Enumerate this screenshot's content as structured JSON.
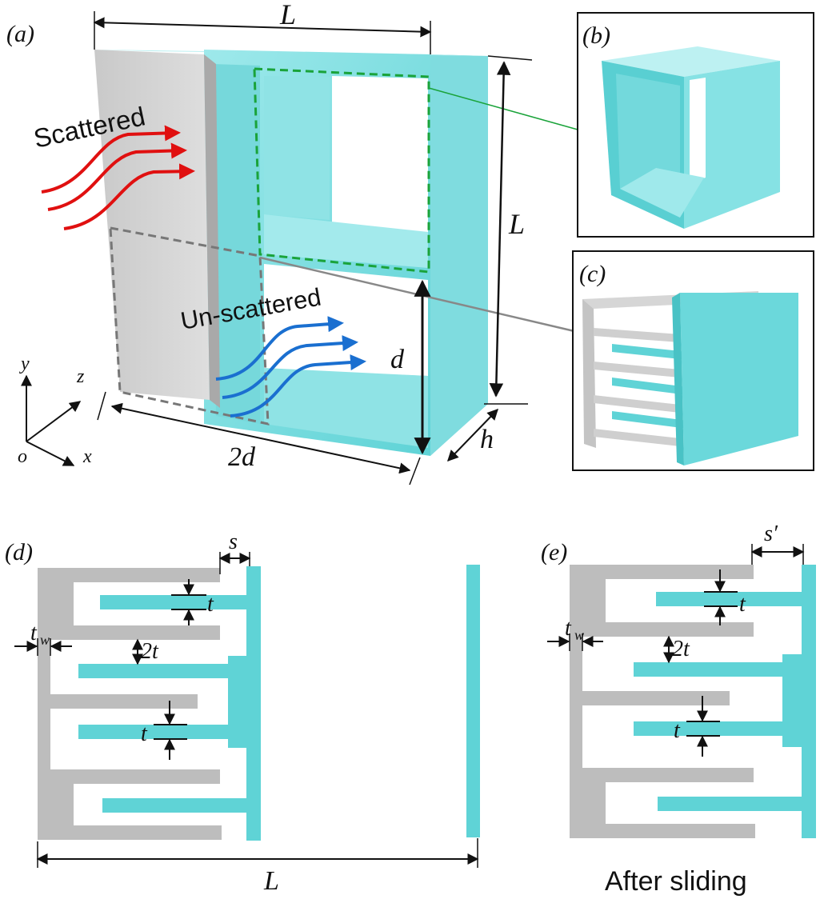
{
  "panels": {
    "a": "(a)",
    "b": "(b)",
    "c": "(c)",
    "d": "(d)",
    "e": "(e)"
  },
  "labels": {
    "L_top": "L",
    "L_right": "L",
    "d_height": "d",
    "two_d": "2d",
    "h_depth": "h",
    "scattered": "Scattered",
    "unscattered": "Un-scattered",
    "axis_y": "y",
    "axis_z": "z",
    "axis_x": "x",
    "axis_o": "o",
    "d_s": "s",
    "d_t1": "t",
    "d_2t": "2t",
    "d_t2": "t",
    "d_tw": "t",
    "d_tw_sub": "w",
    "d_L": "L",
    "e_s": "s′",
    "e_t1": "t",
    "e_2t": "2t",
    "e_t2": "t",
    "e_tw": "t",
    "e_tw_sub": "w",
    "after_sliding": "After sliding"
  },
  "colors": {
    "cyan": "#5fd3d6",
    "cyan_light": "#a6ecee",
    "cyan_dark": "#46bfc2",
    "gray": "#bdbdbd",
    "gray_light": "#dadada",
    "red": "#e01010",
    "blue": "#1a6fd0",
    "green_dash": "#1aa33a",
    "gray_dash": "#777777"
  }
}
